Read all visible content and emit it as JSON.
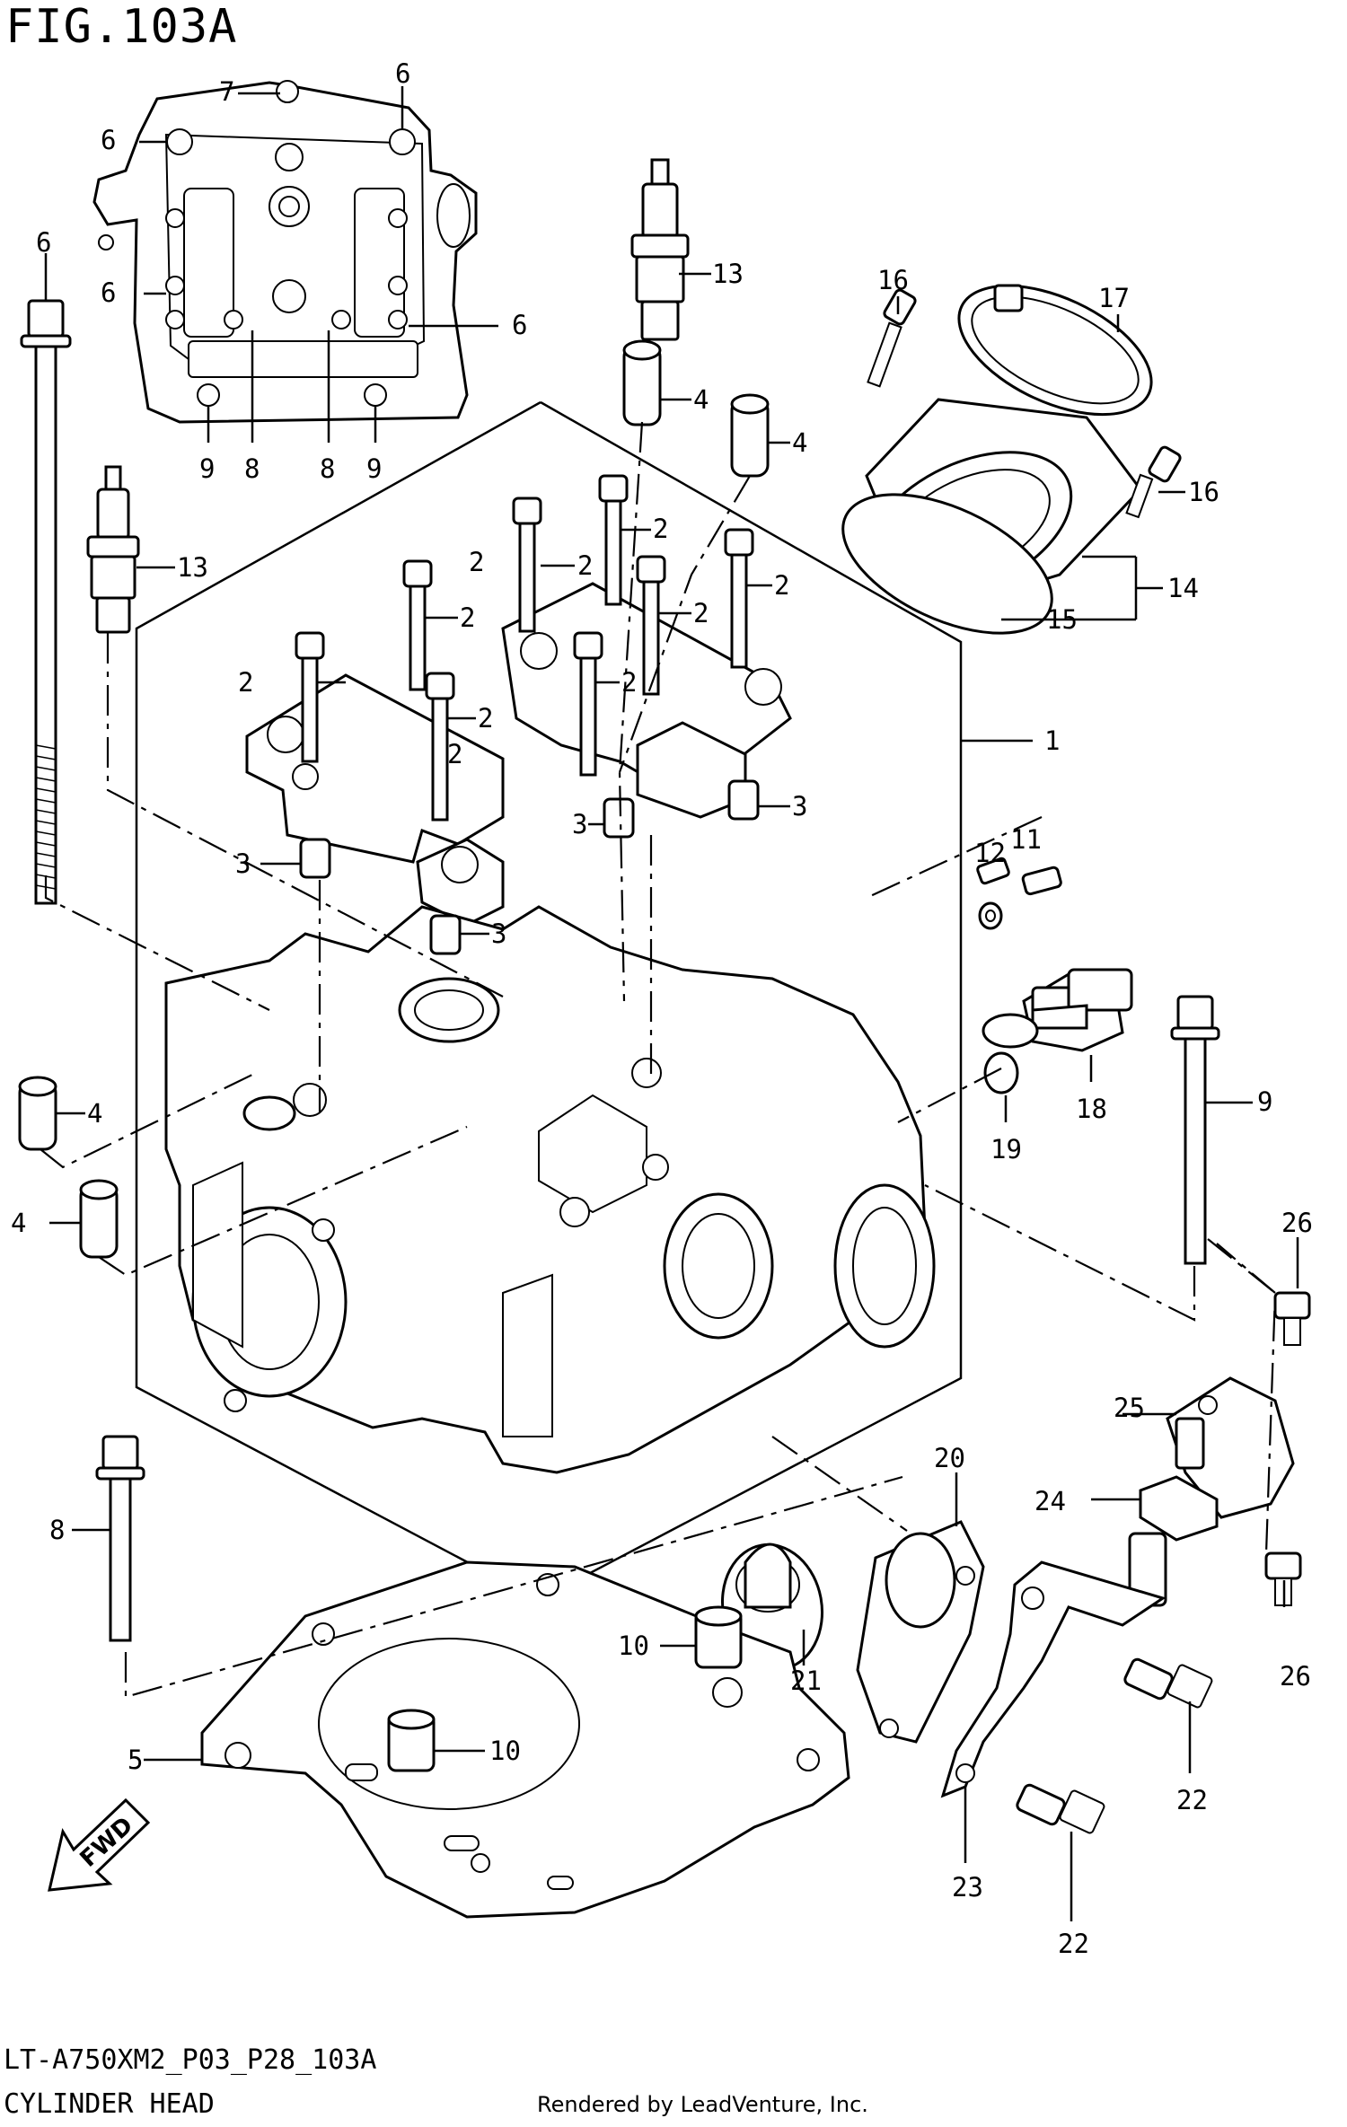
{
  "figure": {
    "title": "FIG.103A",
    "code": "LT-A750XM2_P03_P28_103A",
    "name": "CYLINDER HEAD",
    "credit": "Rendered by LeadVenture, Inc.",
    "fwd_label": "FWD"
  },
  "callouts": {
    "top_view": [
      "7",
      "6",
      "6",
      "6",
      "6",
      "9",
      "8",
      "8",
      "9"
    ],
    "main": [
      "6",
      "13",
      "4",
      "4",
      "16",
      "17",
      "16",
      "14",
      "15",
      "2",
      "2",
      "2",
      "2",
      "2",
      "2",
      "2",
      "2",
      "2",
      "2",
      "13",
      "1",
      "3",
      "3",
      "3",
      "3",
      "12",
      "11",
      "9",
      "18",
      "19",
      "4",
      "4",
      "26",
      "25",
      "24",
      "20",
      "26",
      "8",
      "10",
      "21",
      "10",
      "5",
      "22",
      "23",
      "22"
    ]
  }
}
